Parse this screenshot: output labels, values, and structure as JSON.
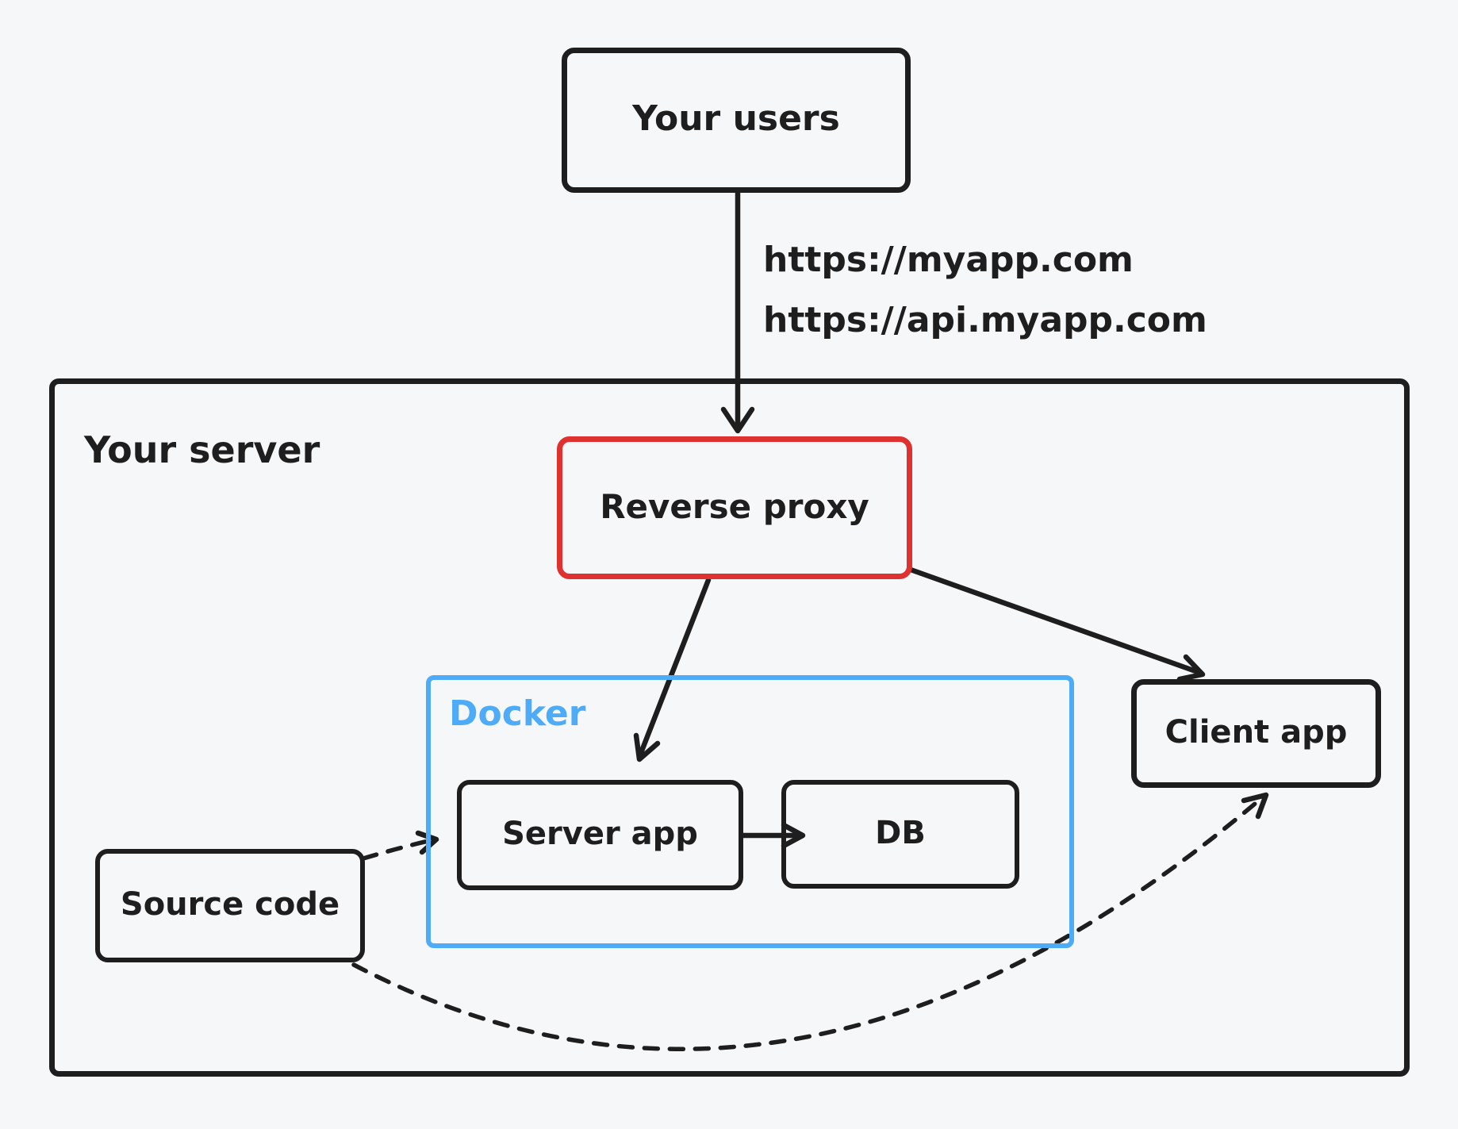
{
  "diagram": {
    "title": "Self-hosted app deployment diagram",
    "colors": {
      "background": "#f6f7f9",
      "stroke": "#1e1e1e",
      "accent_red": "#e03131",
      "accent_blue": "#4dabf7"
    },
    "nodes": {
      "your_users": {
        "label": "Your users"
      },
      "your_server": {
        "label": "Your server"
      },
      "reverse_proxy": {
        "label": "Reverse proxy"
      },
      "docker": {
        "label": "Docker"
      },
      "server_app": {
        "label": "Server app"
      },
      "db": {
        "label": "DB"
      },
      "client_app": {
        "label": "Client app"
      },
      "source_code": {
        "label": "Source code"
      }
    },
    "edge_labels": {
      "users_to_server": [
        "https://myapp.com",
        "https://api.myapp.com"
      ]
    },
    "edges": [
      {
        "from": "your_users",
        "to": "reverse_proxy",
        "style": "solid"
      },
      {
        "from": "reverse_proxy",
        "to": "server_app",
        "style": "solid"
      },
      {
        "from": "reverse_proxy",
        "to": "client_app",
        "style": "solid"
      },
      {
        "from": "server_app",
        "to": "db",
        "style": "solid"
      },
      {
        "from": "source_code",
        "to": "server_app",
        "style": "dashed"
      },
      {
        "from": "source_code",
        "to": "client_app",
        "style": "dashed"
      }
    ]
  }
}
